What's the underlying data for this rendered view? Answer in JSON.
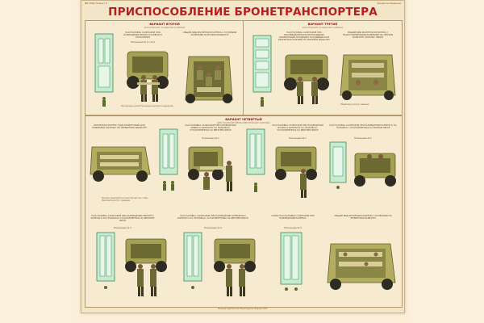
{
  "poster": {
    "title": "ПРИСПОСОБЛЕНИЕ БРОНЕТРАНСПОРТЕРА БТР-152 К ПЕРЕВОЗКЕ РАНЕНЫХ",
    "top_left_code": "ВВ 4560 Плакат 9",
    "top_right_code": "Закрытое Издание"
  },
  "variants": {
    "v2": {
      "title": "ВАРИАНТ ВТОРОЙ",
      "subtitle": "ДЛЯ ЛЕЖАЧИХ И СИДЯЧИХ РАНЕНЫХ",
      "cap_scheme": "РАССТАНОВКА САНИТАРОВ ПРИ РАЗМЕЩЕНИИ ВТОРОГО РАНЕНОГО ПОЛОЖЕНИЯ",
      "cap_scheme_sub": "Положение № 1 и № 2",
      "cap_rear": "ОБЩИЙ ВИД БРОНЕТРАНСПОРТЕРА С ГОТОВЫМИ РАНЕНЫМИ НА ВТОРОМ ВАРИАНТЕ",
      "note": "Расстановка носилок бронетранспортера по вариантам"
    },
    "v3": {
      "title": "ВАРИАНТ ТРЕТИЙ",
      "subtitle": "ДЛЯ ЛЕЖАЧИХ И СИДЯЧИХ РАНЕНЫХ",
      "cap_scheme": "РАССТАНОВКА САНИТАРОВ ПРИ ПОСЛЕДОВАТЕЛЬНОСТИ ВХОДЯЩИХ ЗАНИМАЮЩИХ ВХОДЯЩИХ НАХОДЯЩИХСЯ В БРОНЕТРАНСПОРТЕРЕ ПО ТРЕТЬЕМУ ВАРИАНТУ",
      "cap_rear": "ОБЩИЙ ВИД БРОНЕТРАНСПОРТЕРА С ПОДГОТОВЛЕННЫМИ РАНЕНЫМИ НА ТРЕТЬЕМ ВАРИАНТЕ ЛОЖНЫХ ЛЕДЕЙ",
      "note": "Общий вид носилок и раненых"
    },
    "v4": {
      "title": "ВАРИАНТ ЧЕТВЕРТЫЙ",
      "subtitle": "ДЛЯ ТРАНСПОРТИРОВАНИЯ ЛЕЖАЧИХ РАНЕНЫХ",
      "cap_a": "БРОНЕТРАНСПОРТЕР, ПОДГОТОВЛЕННЫЙ ДЛЯ ПЕРЕВОЗКИ РАНЕНЫХ ПО ЧЕТВЕРТОМУ ВАРИАНТУ",
      "cap_b": "РАССТАНОВКА САНИТАРОВ ПРИ РАЗМЕЩЕНИИ ПЕРВОГО РАНЕНОГО НА НОСИЛКАХ, УСТАНОВЛЕННЫХ НА ВЕРХНЕМ ЯРУСЕ",
      "cap_b_sub": "Положение № 1",
      "cap_c": "РАССТАНОВКА САНИТАРОВ ПРИ РАЗМЕЩЕНИИ ВТОРОГО РАНЕНОГО НА НОСИЛКАХ, УСТАНОВЛЕННЫХ НА ВЕРХНЕМ ЯРУСЕ",
      "cap_c_sub": "Положение № 1",
      "cap_d": "РАССТАНОВКА САНИТАРОВ ПРИ РАЗМЕЩЕНИИ РАНЕНОГО НА НОСИЛКАХ, УСТАНОВЛЕННЫХ НА ВТОРОМ ЯРУСЕ",
      "cap_d_sub": "Положение № 2",
      "cap_e": "РАССТАНОВКА САНИТАРОВ ПРИ РАЗМЕЩЕНИИ ТРЕТЬЕГО РАНЕНОГО НА НОСИЛКАХ, УСТАНОВЛЕННЫХ НА ВЕРХНЕМ ЯРУСЕ",
      "cap_e_sub": "Положение № 3",
      "cap_f": "РАССТАНОВКА САНИТАРОВ ПРИ РАЗМЕЩЕНИИ ЧЕТВЕРТОГО РАНЕНОГО НА НОСИЛКАХ, УСТАНОВЛЕННЫХ НА ВЕРХНЕМ ЯРУСЕ",
      "cap_f_sub": "Положение № 4",
      "cap_g": "СХЕМА РАССТАНОВКИ САНИТАРОВ ПРИ РАЗМЕЩЕНИИ РАНЕНЫХ",
      "cap_g_sub": "Положение № 5",
      "cap_h": "ОБЩИЙ ВИД БРОНЕТРАНСПОРТЕРА С РАНЕНЫМИ ПО ЧЕТВЕРТОМУ ВАРИАНТУ",
      "note": "Носилки укрепляются в транспортере так, чтобы обеспечить доступ к раненым"
    }
  },
  "footer": "Военное издательство Министерства обороны СССР",
  "colors": {
    "title_red": "#b5201e",
    "vehicle_olive": "#a4a054",
    "scheme_green": "#bfe6c8"
  }
}
